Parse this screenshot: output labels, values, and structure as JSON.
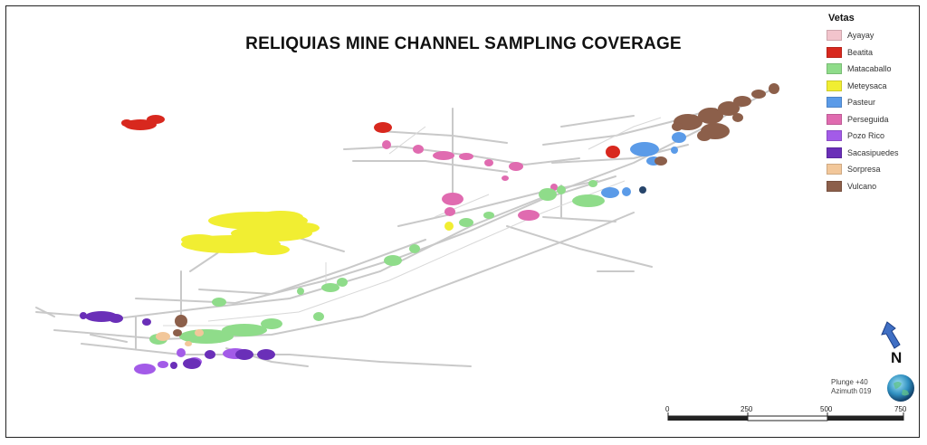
{
  "title": "RELIQUIAS MINE CHANNEL SAMPLING COVERAGE",
  "legend": {
    "title": "Vetas",
    "items": [
      {
        "label": "Ayayay",
        "color": "#f2c4cc"
      },
      {
        "label": "Beatita",
        "color": "#d8281e"
      },
      {
        "label": "Matacaballo",
        "color": "#8fdc8a"
      },
      {
        "label": "Meteysaca",
        "color": "#f1ee32"
      },
      {
        "label": "Pasteur",
        "color": "#5b9be8"
      },
      {
        "label": "Perseguida",
        "color": "#e06bb0"
      },
      {
        "label": "Pozo Rico",
        "color": "#a35be8"
      },
      {
        "label": "Sacasipuedes",
        "color": "#6a2fb8"
      },
      {
        "label": "Sorpresa",
        "color": "#f2c79a"
      },
      {
        "label": "Vulcano",
        "color": "#8c5f4a"
      }
    ]
  },
  "view": {
    "plunge": "Plunge +40",
    "azimuth": "Azimuth 019",
    "north": "N"
  },
  "scale": {
    "ticks": [
      "0",
      "250",
      "500",
      "750"
    ]
  }
}
